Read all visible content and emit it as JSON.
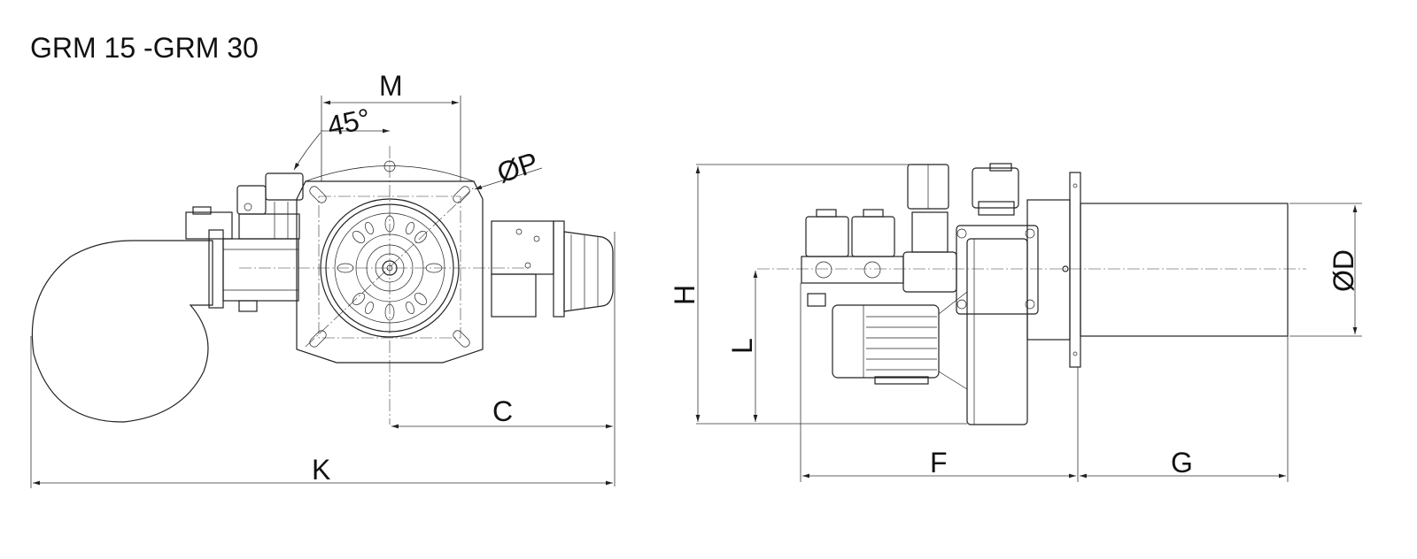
{
  "title": "GRM 15 -GRM 30",
  "dimensions": {
    "M": "M",
    "angle": "45°",
    "P": "ØP",
    "C": "C",
    "K": "K",
    "H": "H",
    "L": "L",
    "F": "F",
    "G": "G",
    "D": "ØD"
  },
  "colors": {
    "line": "#222222",
    "background": "#ffffff"
  }
}
